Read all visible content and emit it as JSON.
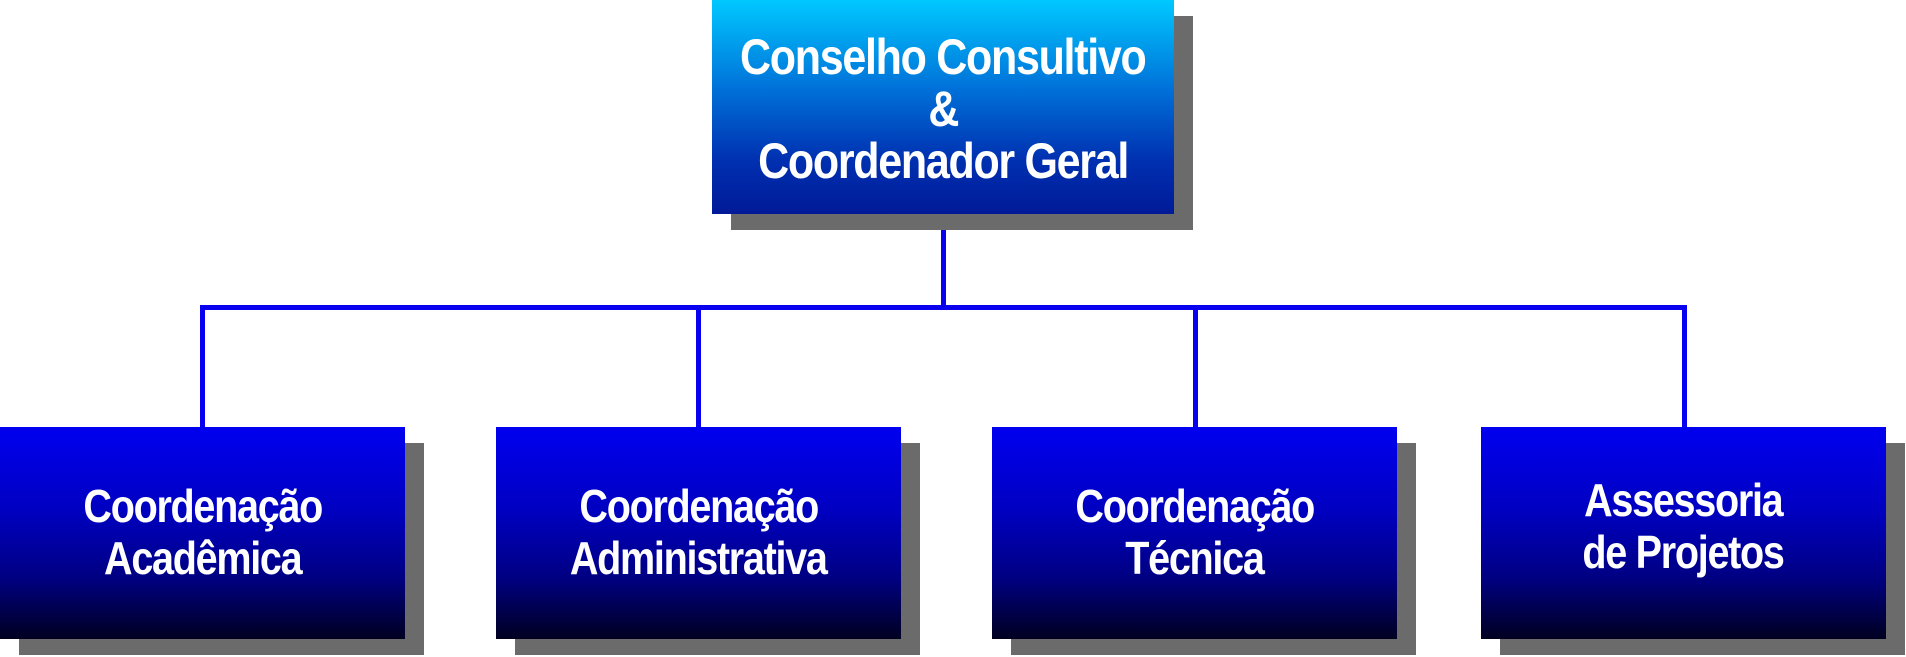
{
  "org_chart": {
    "root": {
      "lines": [
        "Conselho Consultivo",
        "&",
        "Coordenador Geral"
      ]
    },
    "children": [
      {
        "lines": [
          "Coordenação",
          "Acadêmica"
        ]
      },
      {
        "lines": [
          "Coordenação",
          "Administrativa"
        ]
      },
      {
        "lines": [
          "Coordenação",
          "Técnica"
        ]
      },
      {
        "lines": [
          "Assessoria",
          "de Projetos"
        ]
      }
    ]
  },
  "colors": {
    "connector": "#0a00f0",
    "shadow": "#6b6b6b",
    "text": "#ffffff",
    "root_gradient": [
      "#00c8ff",
      "#001a98"
    ],
    "child_gradient": [
      "#0000f0",
      "#000020"
    ]
  }
}
